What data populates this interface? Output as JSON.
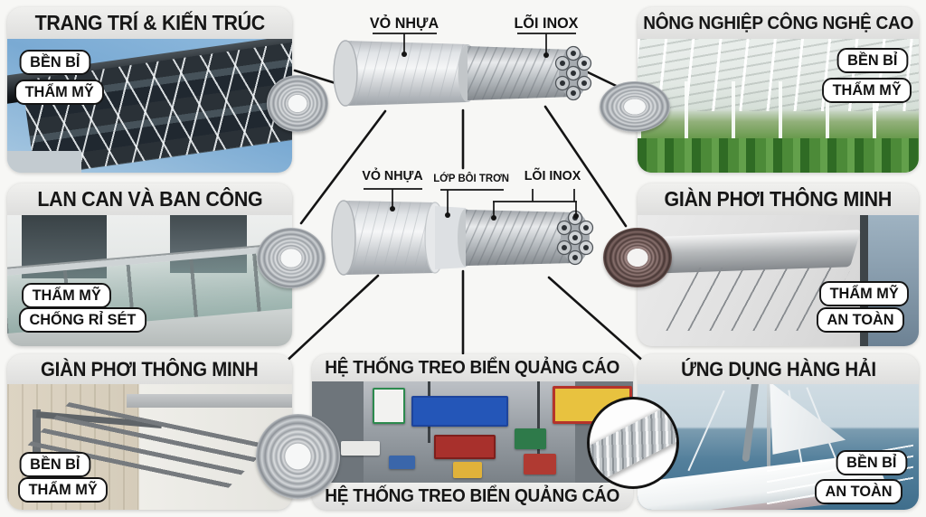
{
  "colors": {
    "background": "#f7f7f5",
    "title_bar": "#e7e7e5",
    "title_text": "#161616",
    "badge_bg": "#ffffff",
    "badge_border": "#141414",
    "connector_line": "#141414",
    "coil_gray": "#b5b9bd",
    "coil_dark": "#6d5754"
  },
  "panels": {
    "top_left": {
      "title": "TRANG TRÍ & KIẾN TRÚC",
      "badges": [
        "BỀN BỈ",
        "THẨM MỸ"
      ]
    },
    "top_right": {
      "title": "NÔNG NGHIỆP CÔNG NGHỆ CAO",
      "badges": [
        "BỀN BỈ",
        "THẨM MỸ"
      ]
    },
    "mid_left": {
      "title": "LAN CAN VÀ BAN CÔNG",
      "badges": [
        "THẨM MỸ",
        "CHỐNG RỈ SÉT"
      ]
    },
    "mid_right": {
      "title": "GIÀN PHƠI THÔNG MINH",
      "badges": [
        "THẨM MỸ",
        "AN TOÀN"
      ]
    },
    "bottom_left": {
      "title": "GIÀN PHƠI THÔNG MINH",
      "badges": [
        "BỀN BỈ",
        "THẨM MỸ"
      ]
    },
    "bottom_center": {
      "title_top": "HỆ THỐNG TREO BIỂN QUẢNG CÁO",
      "title_bottom": "HỆ THỐNG TREO BIỂN QUẢNG CÁO"
    },
    "bottom_right": {
      "title": "ỨNG DỤNG HÀNG HẢI",
      "badges": [
        "BỀN BỈ",
        "AN TOÀN"
      ]
    }
  },
  "cable_diagram": {
    "top_cable": {
      "sheath_label": "VỎ NHỰA",
      "core_label": "LÕI INOX"
    },
    "middle_cable": {
      "sheath_label": "VỎ NHỰA",
      "lubricant_label": "LỚP BÔI TRƠN",
      "core_label": "LÕI INOX"
    }
  }
}
